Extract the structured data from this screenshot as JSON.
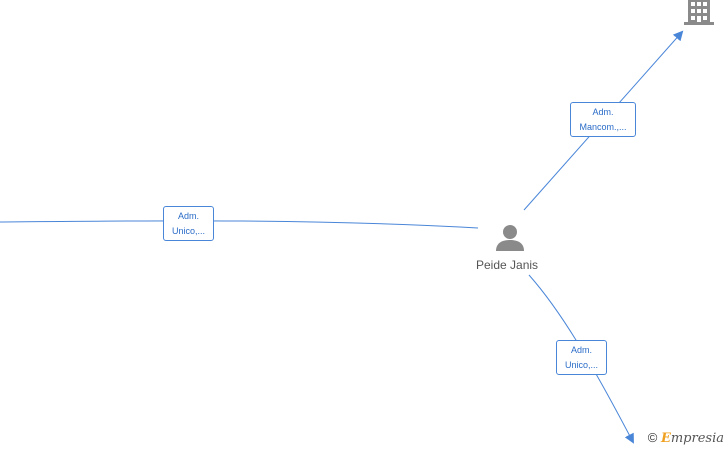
{
  "nodes": {
    "person": {
      "name": "Peide Janis",
      "icon": "person-icon"
    },
    "company": {
      "icon": "building-icon"
    }
  },
  "edges": {
    "left": {
      "line1": "Adm.",
      "line2": "Unico,..."
    },
    "top_right": {
      "line1": "Adm.",
      "line2": "Mancom.,..."
    },
    "bottom": {
      "line1": "Adm.",
      "line2": "Unico,..."
    }
  },
  "colors": {
    "edge": "#4a86d8",
    "label_text": "#2a6cc7",
    "icon": "#8a8a8a"
  },
  "watermark": {
    "copyright": "©",
    "brand_first": "E",
    "brand_rest": "mpresia"
  }
}
